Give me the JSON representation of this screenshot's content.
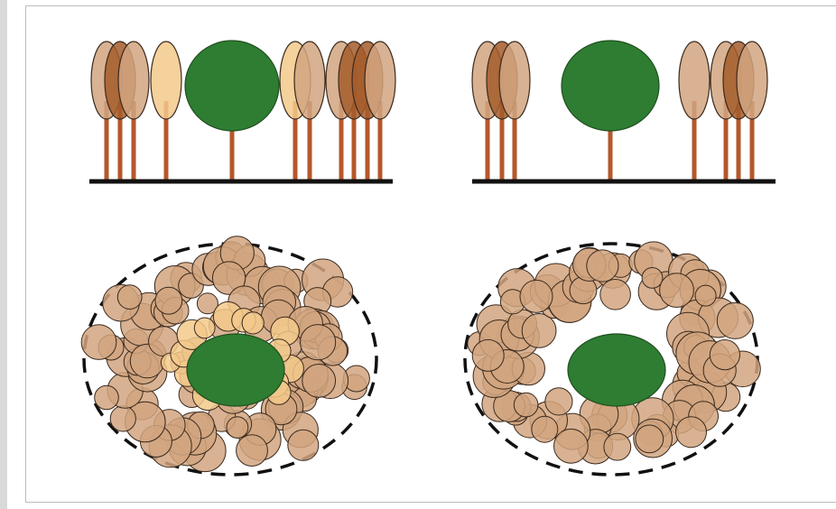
{
  "figure": {
    "panels": [
      {
        "id": "side-view-before",
        "view": "elevation",
        "state": "before-thinning"
      },
      {
        "id": "side-view-after",
        "view": "elevation",
        "state": "after-thinning"
      },
      {
        "id": "plan-view-before",
        "view": "plan",
        "state": "before-thinning"
      },
      {
        "id": "plan-view-after",
        "view": "plan",
        "state": "after-thinning"
      }
    ]
  },
  "colors": {
    "crop_tree": "#2e7d32",
    "crop_tree_outline": "#1f4f1f",
    "neighbour_tan": "#d1a57f",
    "neighbour_light": "#f3c98b",
    "neighbour_dark": "#a55c2a",
    "trunk": "#b5572b",
    "ground": "#111111",
    "outline": "#3b2a1e"
  }
}
